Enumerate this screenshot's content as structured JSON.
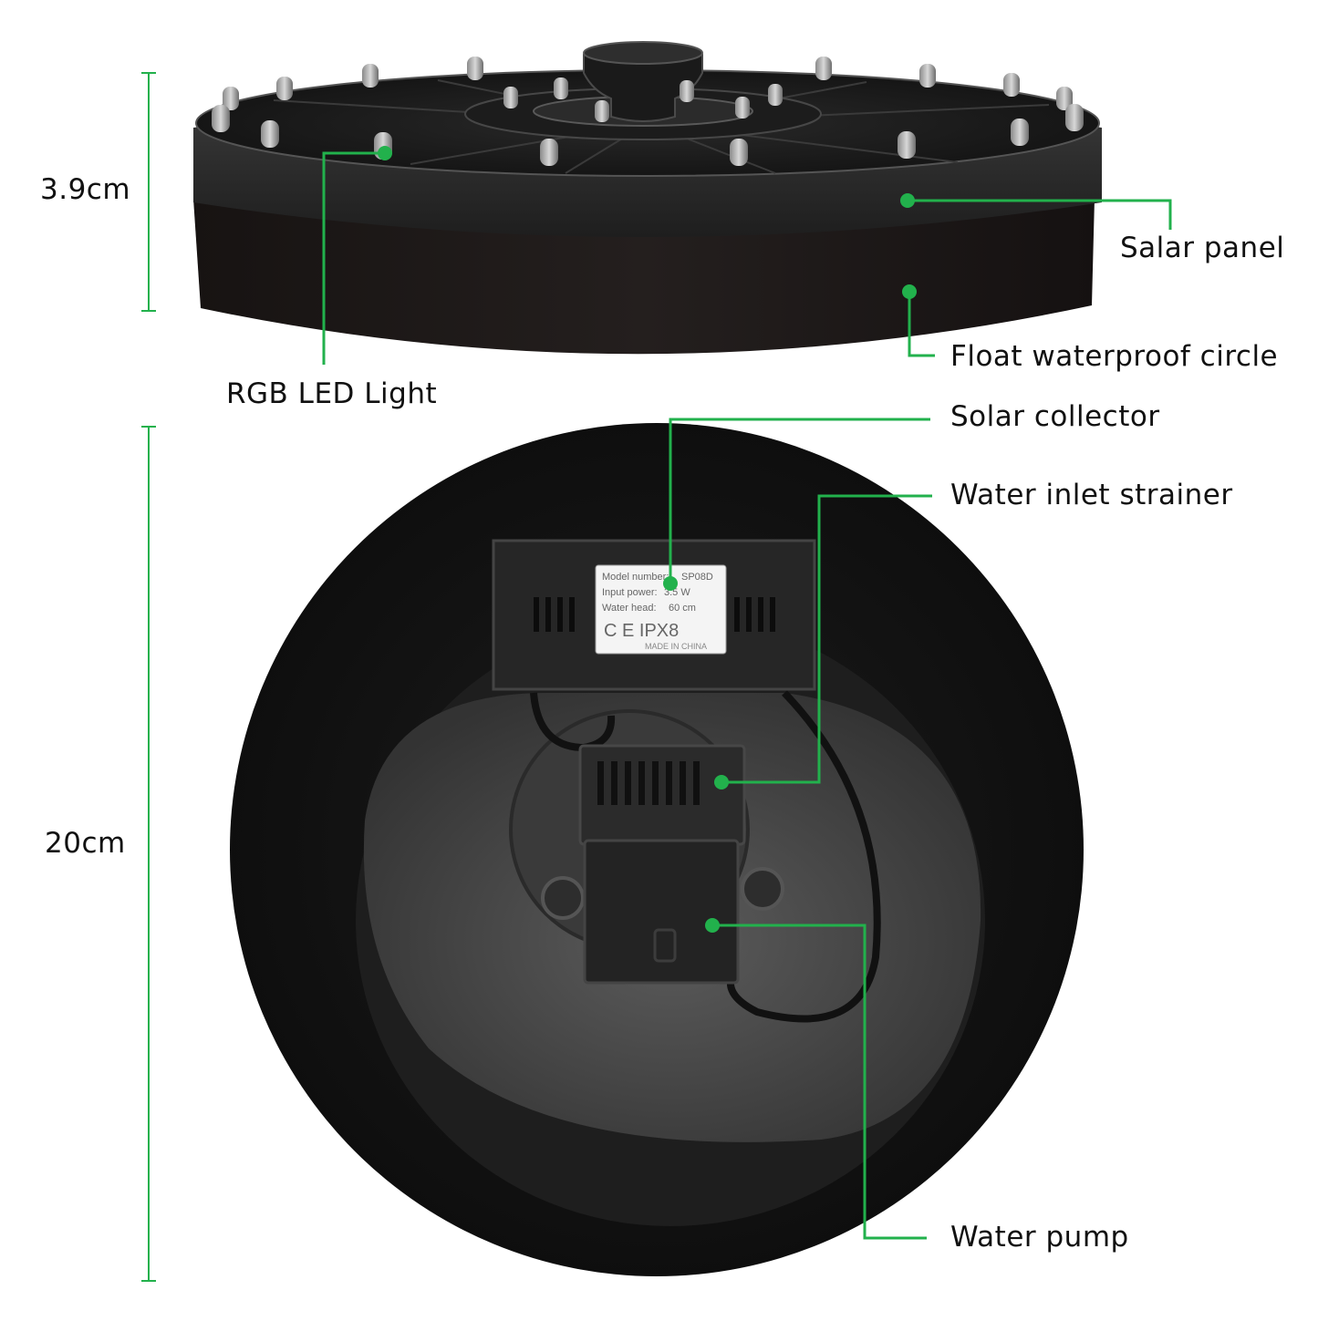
{
  "colors": {
    "callout": "#22b14c",
    "dimension": "#22b14c",
    "product_dark": "#2a2a2a",
    "foam": "#1f1b1a",
    "background": "#ffffff"
  },
  "dimensions": {
    "height": "3.9cm",
    "diameter": "20cm"
  },
  "callouts": {
    "salar_panel": "Salar panel",
    "float_circle": "Float waterproof circle",
    "rgb_led": "RGB LED Light",
    "solar_collector": "Solar collector",
    "inlet_strainer": "Water inlet strainer",
    "water_pump": "Water pump"
  },
  "product_label": {
    "model_key": "Model number:",
    "model_value": "SP08D",
    "power_key": "Input power:",
    "power_value": "3.5 W",
    "head_key": "Water head:",
    "head_value": "60 cm",
    "marks": "C E  IPX8",
    "origin": "MADE IN CHINA"
  }
}
